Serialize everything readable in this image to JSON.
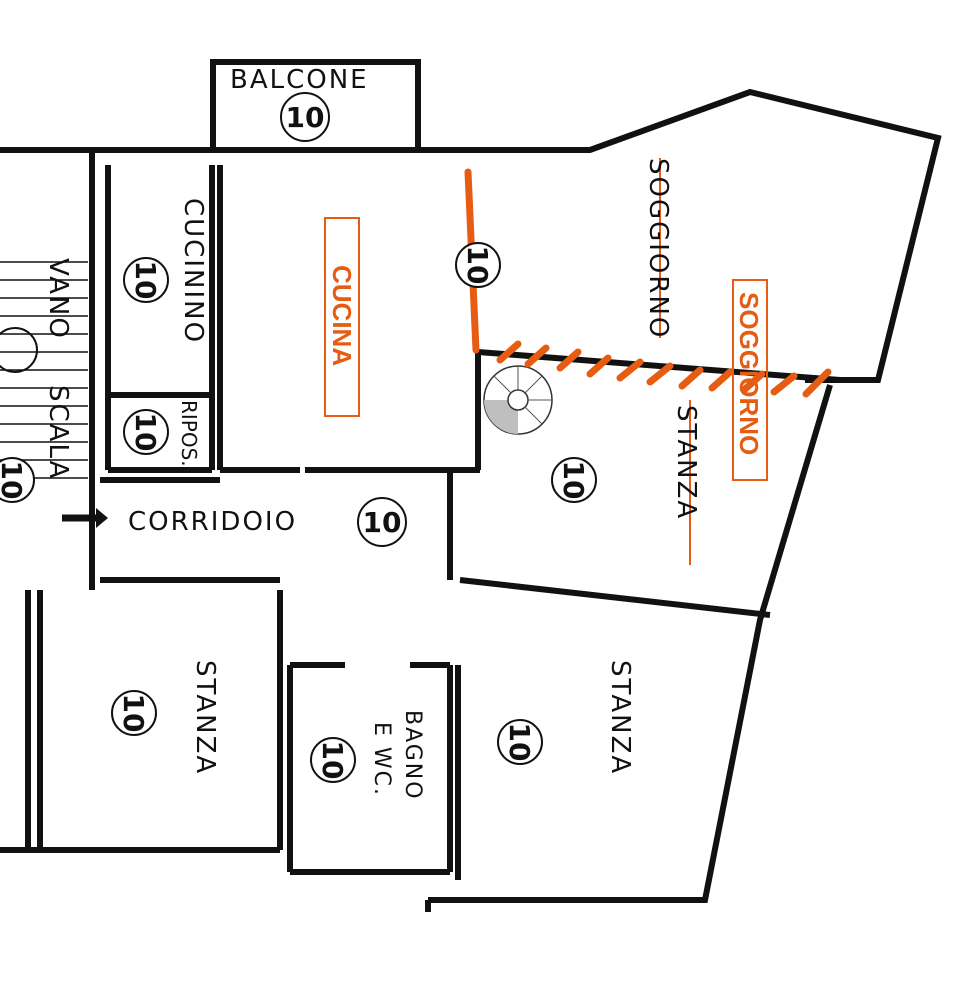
{
  "rooms": {
    "balcone": {
      "label": "BALCONE",
      "number": "10"
    },
    "cucinino": {
      "label": "CUCININO",
      "number": "10"
    },
    "ripostiglio": {
      "label": "RIPOS.",
      "number": "10"
    },
    "vano_scala": {
      "label_1": "VANO",
      "label_2": "SCALA",
      "number": "10"
    },
    "soggiorno": {
      "label": "SOGGIORNO"
    },
    "stanza_centrale": {
      "label": "STANZA",
      "number": "10"
    },
    "corridoio": {
      "label": "CORRIDOIO",
      "number": "10"
    },
    "stanza_sinistra": {
      "label": "STANZA",
      "number": "10"
    },
    "bagno": {
      "label_1": "BAGNO",
      "label_2": "E WC.",
      "number": "10"
    },
    "stanza_destra": {
      "label": "STANZA",
      "number": "10"
    },
    "cucina_area": {
      "number": "10"
    }
  },
  "annotations": {
    "cucina": "CUCINA",
    "soggiorno": "SOGGIORNO",
    "color": "#e65c12"
  },
  "number_badge": "10"
}
